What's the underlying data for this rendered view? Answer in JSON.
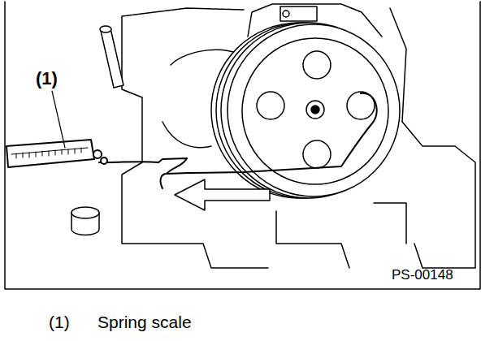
{
  "diagram": {
    "labels": [
      "(1)",
      "PS-00148",
      "(1)",
      "Spring scale"
    ]
  }
}
